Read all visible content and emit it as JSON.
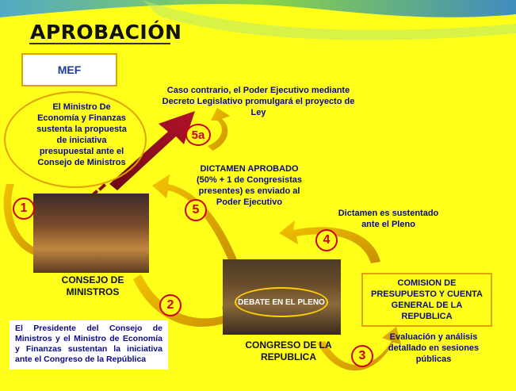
{
  "title": "APROBACIÓN",
  "mef_label": "MEF",
  "ministro_text": "El Ministro De Economía y Finanzas sustenta la propuesta de iniciativa presupuestal ante el Consejo de Ministros",
  "caso_text": "Caso contrario, el Poder Ejecutivo mediante Decreto Legislativo promulgará el proyecto de Ley",
  "dictamen_text": "DICTAMEN APROBADO (50% + 1 de Congresistas presentes) es enviado al Poder Ejecutivo",
  "sustentado_text": "Dictamen es sustentado ante el Pleno",
  "consejo_label": "CONSEJO DE MINISTROS",
  "congreso_label": "CONGRESO DE LA REPUBLICA",
  "debate_label": "DEBATE EN EL PLENO",
  "comision_text": "COMISION DE PRESUPUESTO Y CUENTA GENERAL DE LA REPUBLICA",
  "evaluacion_text": "Evaluación y análisis detallado en sesiones públicas",
  "presidente_text": "El Presidente del Consejo de Ministros y el Ministro de Economía y Finanzas sustentan la iniciativa ante el Congreso de la República",
  "steps": {
    "s1": "1",
    "s2": "2",
    "s3": "3",
    "s4": "4",
    "s5": "5",
    "s5a": "5a"
  },
  "colors": {
    "background": "#ffff1a",
    "arrow_gold": "#d9a600",
    "arrow_red": "#8b0a1e",
    "text_blue": "#0a0a8a",
    "number_red": "#d40000"
  }
}
